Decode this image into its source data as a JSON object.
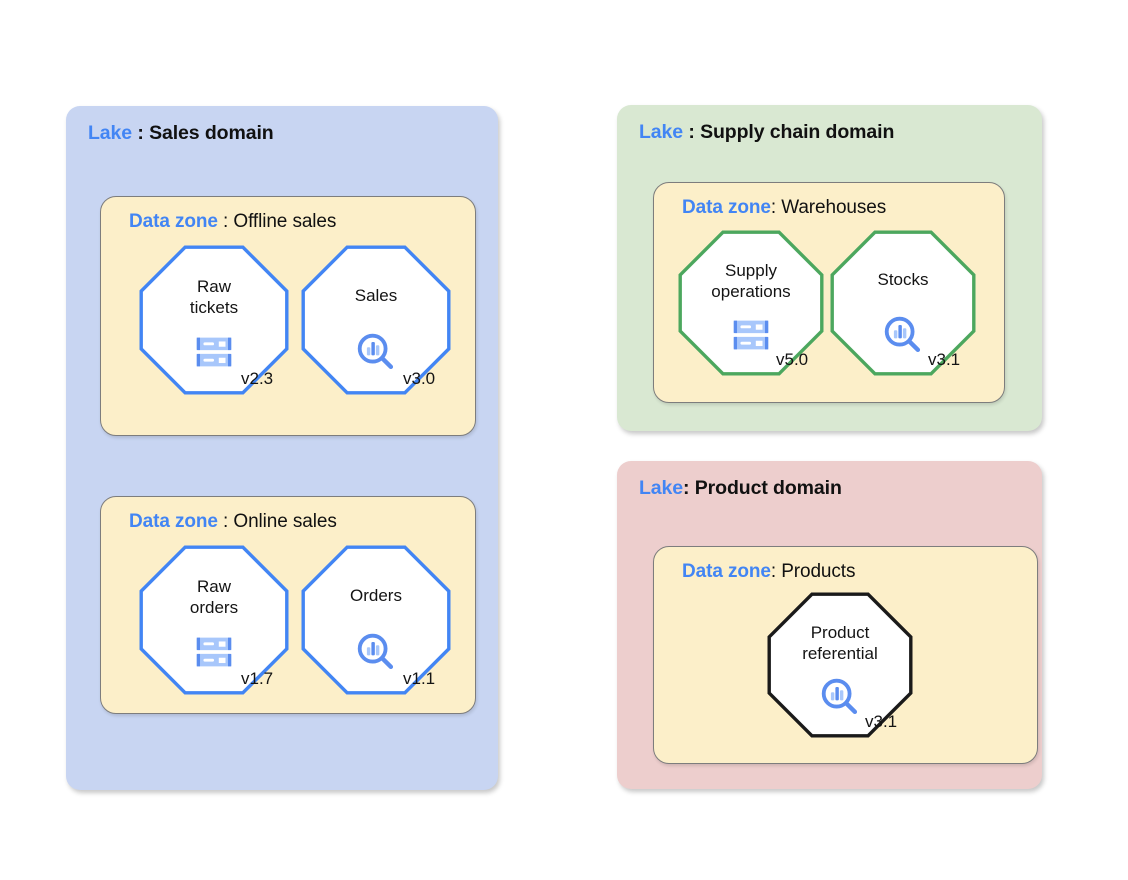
{
  "colors": {
    "accent_blue": "#4285f4",
    "octagon_blue": "#4285f4",
    "octagon_green": "#4ca75e",
    "octagon_black": "#1a1a1a",
    "lake_sales_bg": "#c8d5f2",
    "lake_supply_bg": "#d9e8d2",
    "lake_product_bg": "#edcecd",
    "zone_bg": "#fcefc9",
    "zone_border": "#7d7d7d",
    "icon_dark_blue": "#5b8def",
    "icon_light_blue": "#a8c7fb",
    "text_black": "#141414"
  },
  "lakes": [
    {
      "id": "sales",
      "keyword": "Lake",
      "separator": " : ",
      "name": "Sales domain",
      "bg": "#c8d5f2",
      "keyword_color": "#4285f4",
      "zones": [
        {
          "id": "offline-sales",
          "keyword": "Data zone",
          "separator": " : ",
          "name": "Offline sales",
          "nodes": [
            {
              "id": "raw-tickets",
              "label": "Raw\ntickets",
              "version": "v2.3",
              "icon": "database-icon",
              "border_color": "#4285f4"
            },
            {
              "id": "sales",
              "label": "Sales",
              "version": "v3.0",
              "icon": "analytics-search-icon",
              "border_color": "#4285f4"
            }
          ]
        },
        {
          "id": "online-sales",
          "keyword": "Data zone",
          "separator": " : ",
          "name": "Online sales",
          "nodes": [
            {
              "id": "raw-orders",
              "label": "Raw\norders",
              "version": "v1.7",
              "icon": "database-icon",
              "border_color": "#4285f4"
            },
            {
              "id": "orders",
              "label": "Orders",
              "version": "v1.1",
              "icon": "analytics-search-icon",
              "border_color": "#4285f4"
            }
          ]
        }
      ]
    },
    {
      "id": "supply-chain",
      "keyword": "Lake",
      "separator": " : ",
      "name": "Supply chain domain",
      "bg": "#d9e8d2",
      "keyword_color": "#4285f4",
      "zones": [
        {
          "id": "warehouses",
          "keyword": "Data zone",
          "separator": ": ",
          "name": "Warehouses",
          "nodes": [
            {
              "id": "supply-operations",
              "label": "Supply\noperations",
              "version": "v5.0",
              "icon": "database-icon",
              "border_color": "#4ca75e"
            },
            {
              "id": "stocks",
              "label": "Stocks",
              "version": "v3.1",
              "icon": "analytics-search-icon",
              "border_color": "#4ca75e"
            }
          ]
        }
      ]
    },
    {
      "id": "product",
      "keyword": "Lake",
      "separator": ": ",
      "name": "Product domain",
      "bg": "#edcecd",
      "keyword_color": "#4285f4",
      "zones": [
        {
          "id": "products",
          "keyword": "Data zone",
          "separator": ": ",
          "name": "Products",
          "nodes": [
            {
              "id": "product-referential",
              "label": "Product\nreferential",
              "version": "v3.1",
              "icon": "analytics-search-icon",
              "border_color": "#1a1a1a"
            }
          ]
        }
      ]
    }
  ]
}
